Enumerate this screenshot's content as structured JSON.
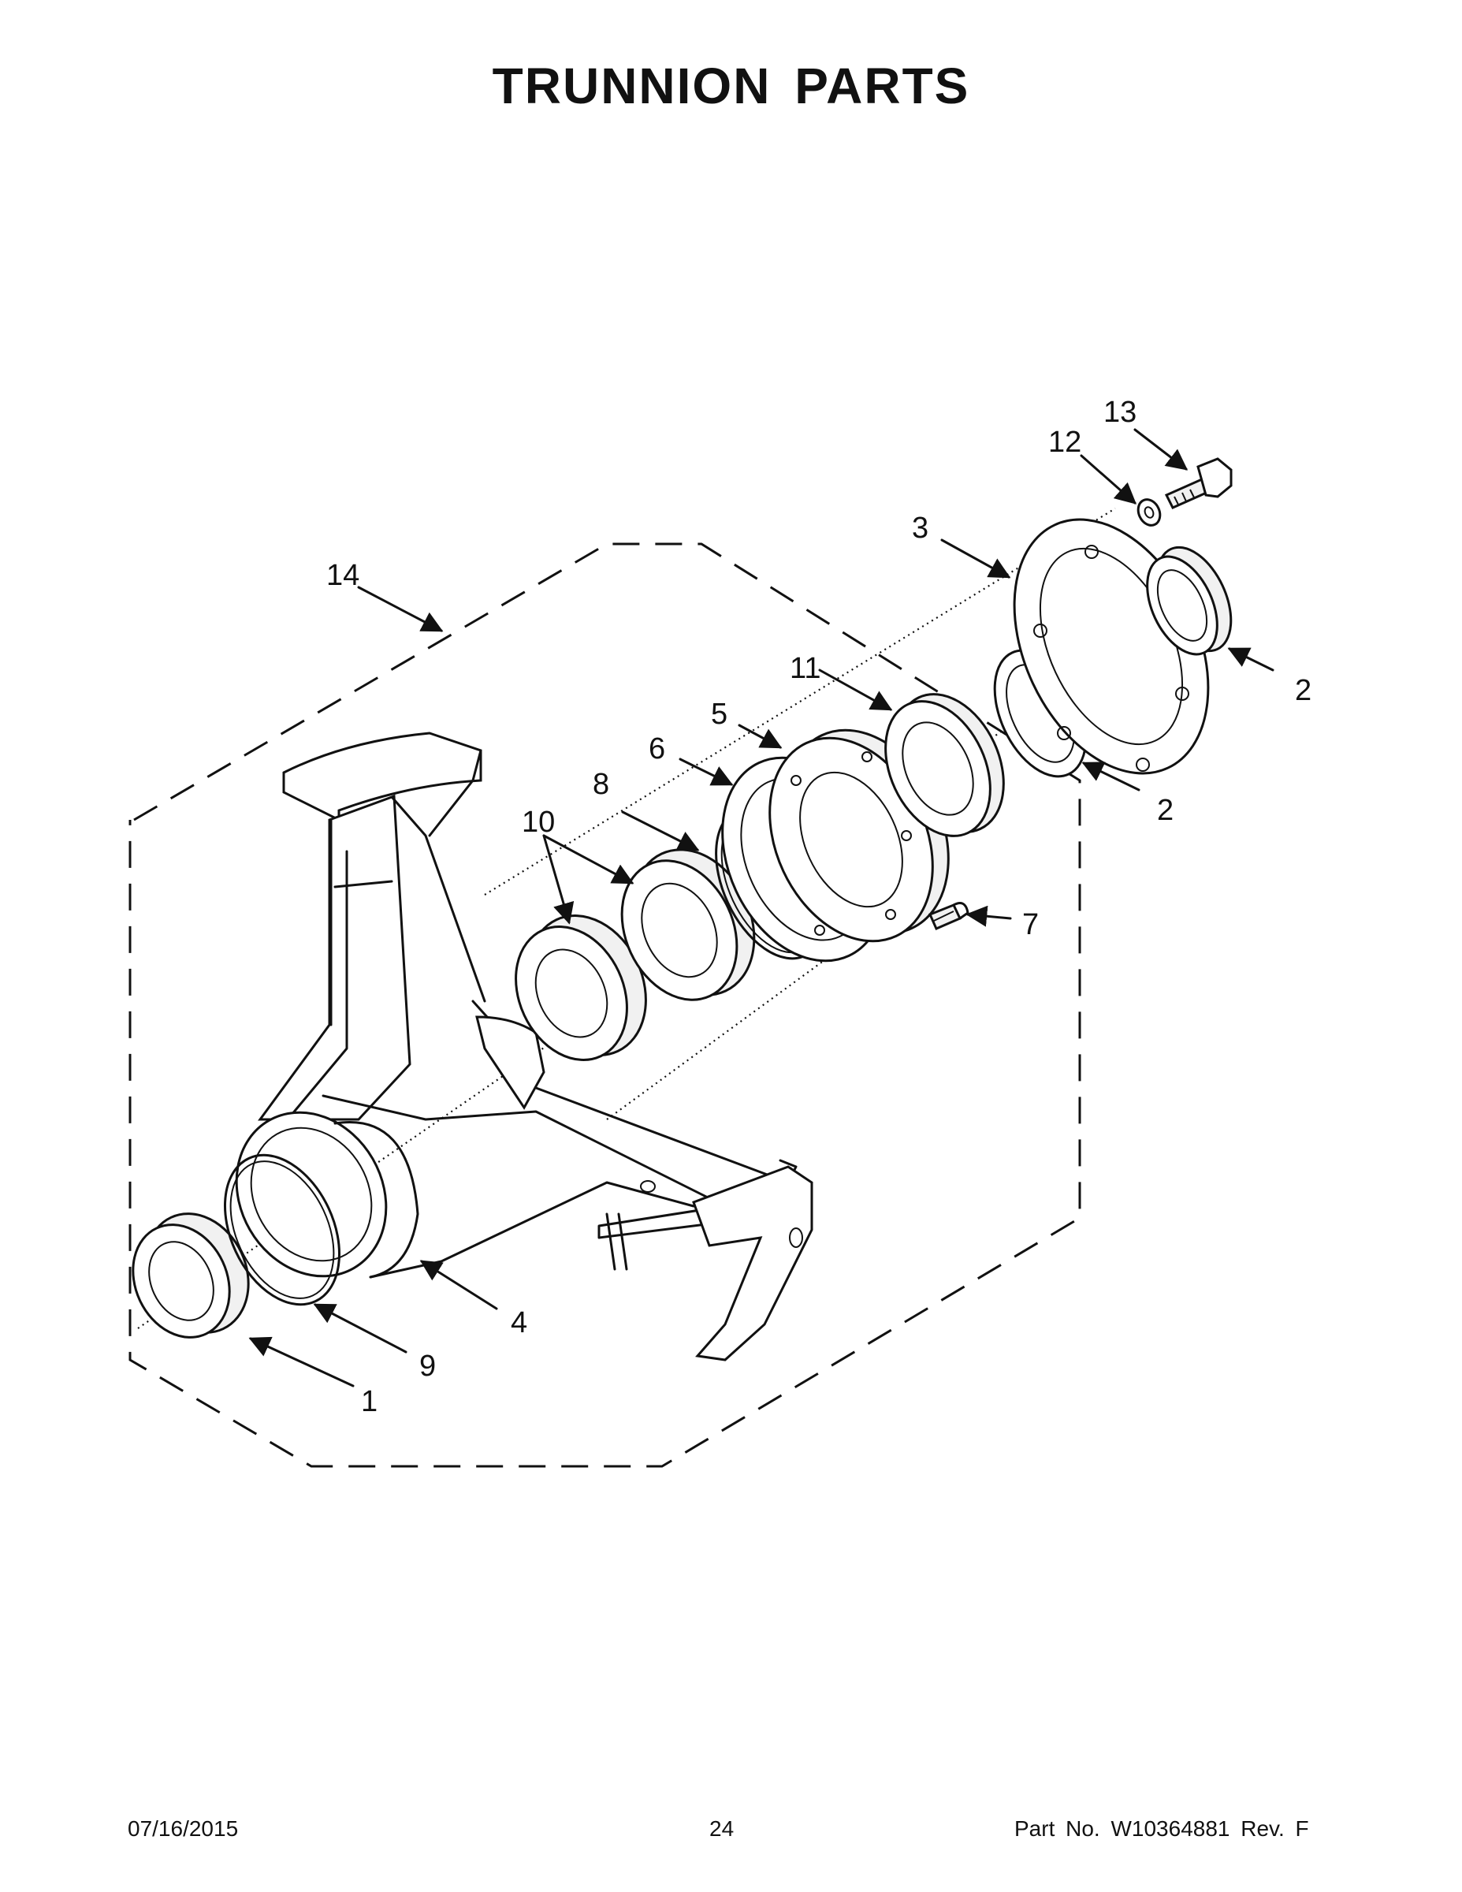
{
  "title": "TRUNNION PARTS",
  "callouts": [
    {
      "key": "c1",
      "label": "1"
    },
    {
      "key": "c2a",
      "label": "2"
    },
    {
      "key": "c2b",
      "label": "2"
    },
    {
      "key": "c3",
      "label": "3"
    },
    {
      "key": "c4",
      "label": "4"
    },
    {
      "key": "c5",
      "label": "5"
    },
    {
      "key": "c6",
      "label": "6"
    },
    {
      "key": "c7",
      "label": "7"
    },
    {
      "key": "c8",
      "label": "8"
    },
    {
      "key": "c9",
      "label": "9"
    },
    {
      "key": "c10",
      "label": "10"
    },
    {
      "key": "c11",
      "label": "11"
    },
    {
      "key": "c12",
      "label": "12"
    },
    {
      "key": "c13",
      "label": "13"
    },
    {
      "key": "c14",
      "label": "14"
    }
  ],
  "footer": {
    "date": "07/16/2015",
    "page": "24",
    "part": "Part No.  W10364881  Rev.  F"
  }
}
